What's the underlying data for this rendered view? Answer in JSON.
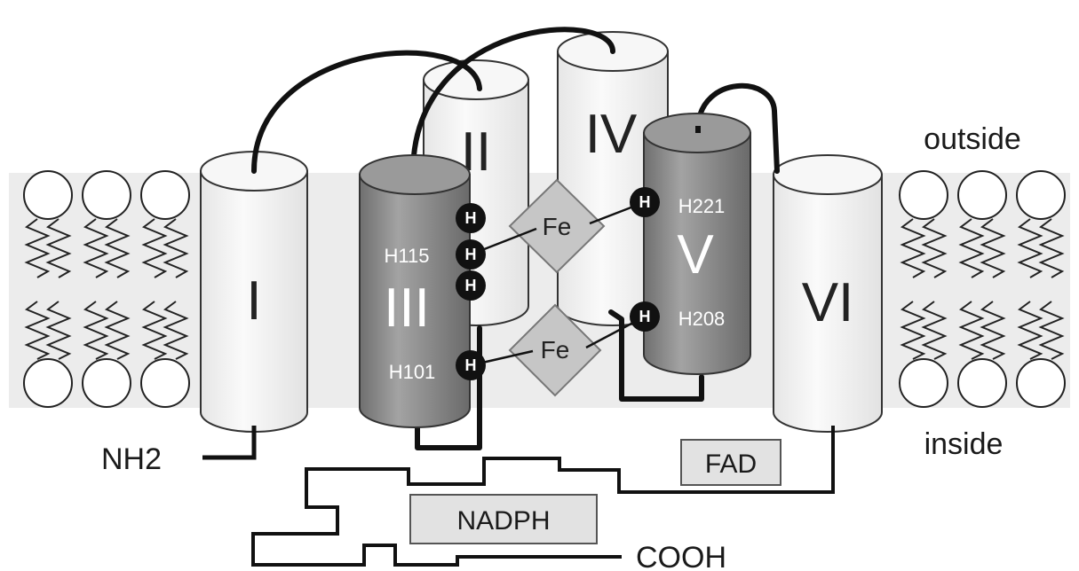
{
  "labels": {
    "outside": "outside",
    "inside": "inside",
    "nh2": "NH2",
    "cooh": "COOH",
    "fad": "FAD",
    "nadph": "NADPH"
  },
  "helices": {
    "h1": "I",
    "h2": "II",
    "h3": "III",
    "h4": "IV",
    "h5": "V",
    "h6": "VI"
  },
  "residues": {
    "h115": "H115",
    "h101": "H101",
    "h221": "H221",
    "h208": "H208",
    "his_glyph": "H"
  },
  "iron": {
    "fe_top": "Fe",
    "fe_bottom": "Fe"
  },
  "colors": {
    "membrane": "#ececec",
    "dark_helix": "#8a8a8a",
    "light_helix": "#f4f4f4",
    "his_marker": "#111111",
    "fe_diamond": "#c6c6c6",
    "cofactor_box": "#e2e2e2"
  }
}
